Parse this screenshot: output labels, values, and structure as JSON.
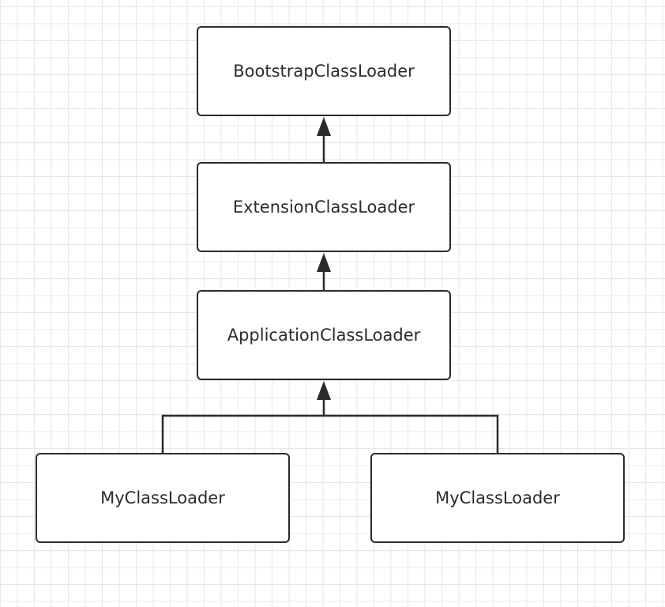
{
  "diagram": {
    "nodes": [
      {
        "id": "bootstrap",
        "label": "BootstrapClassLoader"
      },
      {
        "id": "extension",
        "label": "ExtensionClassLoader"
      },
      {
        "id": "application",
        "label": "ApplicationClassLoader"
      },
      {
        "id": "my_left",
        "label": "MyClassLoader"
      },
      {
        "id": "my_right",
        "label": "MyClassLoader"
      }
    ],
    "edges": [
      {
        "from": "extension",
        "to": "bootstrap"
      },
      {
        "from": "application",
        "to": "extension"
      },
      {
        "from": "my_left",
        "to": "application"
      },
      {
        "from": "my_right",
        "to": "application"
      }
    ]
  }
}
